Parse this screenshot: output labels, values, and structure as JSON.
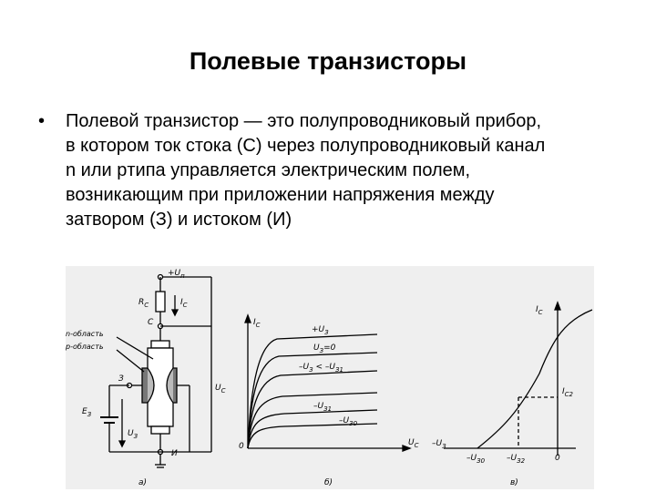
{
  "slide": {
    "title": "Полевые транзисторы",
    "bullet_symbol": "•",
    "bullet_lines": [
      "Полевой транзистор — это полупроводниковый прибор,",
      "в котором ток стока (С) через полупроводниковый канал",
      "n или pтипа управляется электрическим полем,",
      "возникающим при приложении напряжения между",
      "затвором (З) и истоком (И)"
    ]
  },
  "figure_a": {
    "plus_u": "+U",
    "plus_u_sub": "п",
    "rc": "R",
    "rc_sub": "C",
    "ic": "I",
    "ic_sub": "C",
    "c_node": "C",
    "n_region": "n-область",
    "p_region": "p-область",
    "gate": "З",
    "uc": "U",
    "uc_sub": "C",
    "e": "E",
    "e_sub": "З",
    "uz": "U",
    "uz_sub": "З",
    "source": "И",
    "caption": "а)"
  },
  "figure_b": {
    "y_axis": "I",
    "y_axis_sub": "C",
    "x_axis": "U",
    "x_axis_sub": "C",
    "origin": "0",
    "curve_labels": [
      "+U",
      "U",
      "–U",
      "–U",
      "–U"
    ],
    "curve_subs": [
      "З",
      "З",
      "З",
      "З1",
      "З0"
    ],
    "curve_suffix": [
      "",
      "=0",
      "",
      "",
      ""
    ],
    "third_extra": "< –U",
    "third_extra_sub": "З1",
    "caption": "б)"
  },
  "figure_c": {
    "y_axis": "I",
    "y_axis_sub": "C",
    "ic2": "I",
    "ic2_sub": "C2",
    "neg_uz": "–U",
    "neg_uz_sub": "З",
    "u30": "–U",
    "u30_sub": "З0",
    "u32": "–U",
    "u32_sub": "З2",
    "zero": "0",
    "caption": "в)"
  }
}
